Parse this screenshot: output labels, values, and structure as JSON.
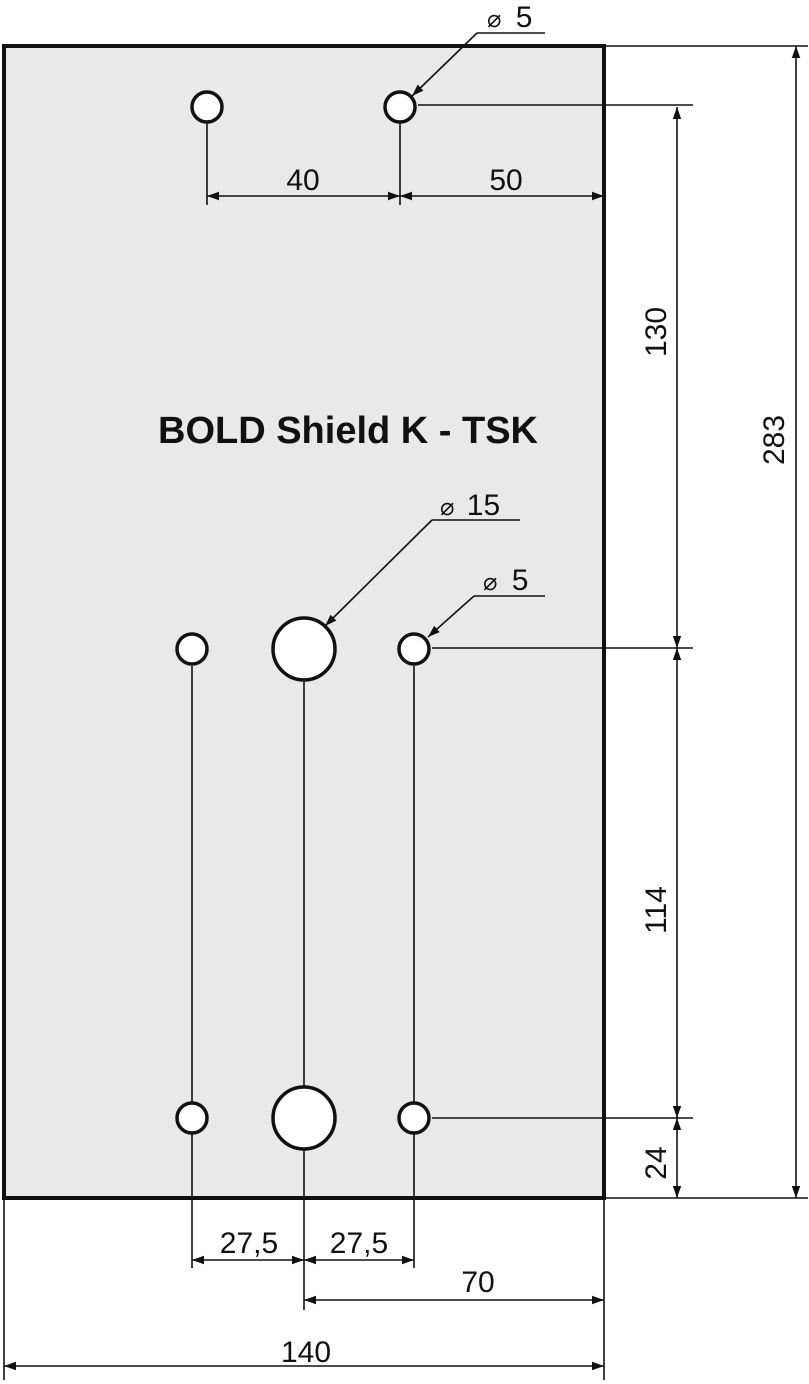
{
  "title": "BOLD Shield K - TSK",
  "colors": {
    "plate_fill": "#e9e9e9",
    "line": "#111111",
    "hole_fill": "#ffffff"
  },
  "diameter_symbol": "⌀",
  "callouts": {
    "top_hole": "5",
    "large_hole": "15",
    "right_hole": "5"
  },
  "dimensions": {
    "top_spacing": "40",
    "top_offset": "50",
    "vertical_upper": "130",
    "overall_height": "283",
    "vertical_lower": "114",
    "bottom_offset": "24",
    "left_spacing": "27,5",
    "right_spacing": "27,5",
    "center_offset": "70",
    "overall_width": "140"
  }
}
